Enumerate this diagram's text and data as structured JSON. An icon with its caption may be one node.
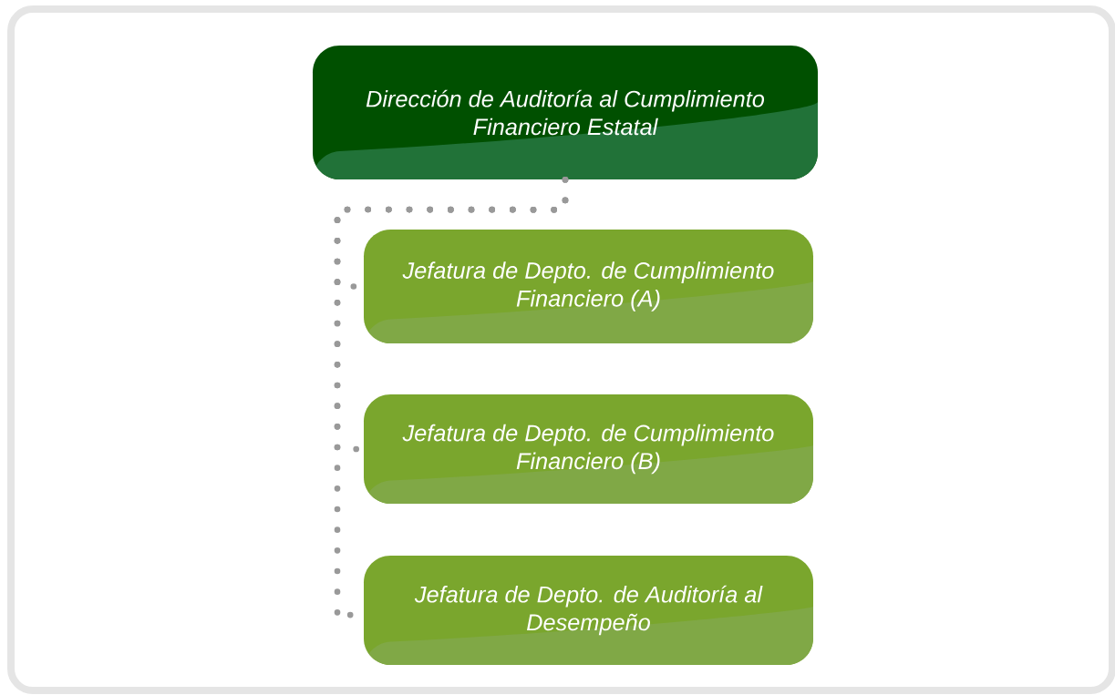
{
  "diagram": {
    "nodes": [
      {
        "text": [
          "Dirección de Auditoría al Cumplimiento Financiero Estatal"
        ]
      },
      {
        "text": [
          "Jefatura de Depto. de Cumplimiento Financiero (A)"
        ]
      },
      {
        "text": [
          "Jefatura de Depto. de Cumplimiento Financiero (B)"
        ]
      },
      {
        "text": [
          "Jefatura de Depto. de Auditoría al Desempeño"
        ]
      }
    ],
    "edges": [
      {
        "from": 0,
        "to": 1,
        "arrow": "none",
        "style": "dashed"
      },
      {
        "from": 0,
        "to": 2,
        "arrow": "none",
        "style": "dashed"
      },
      {
        "from": 0,
        "to": 3,
        "arrow": "none",
        "style": "dashed"
      }
    ]
  }
}
